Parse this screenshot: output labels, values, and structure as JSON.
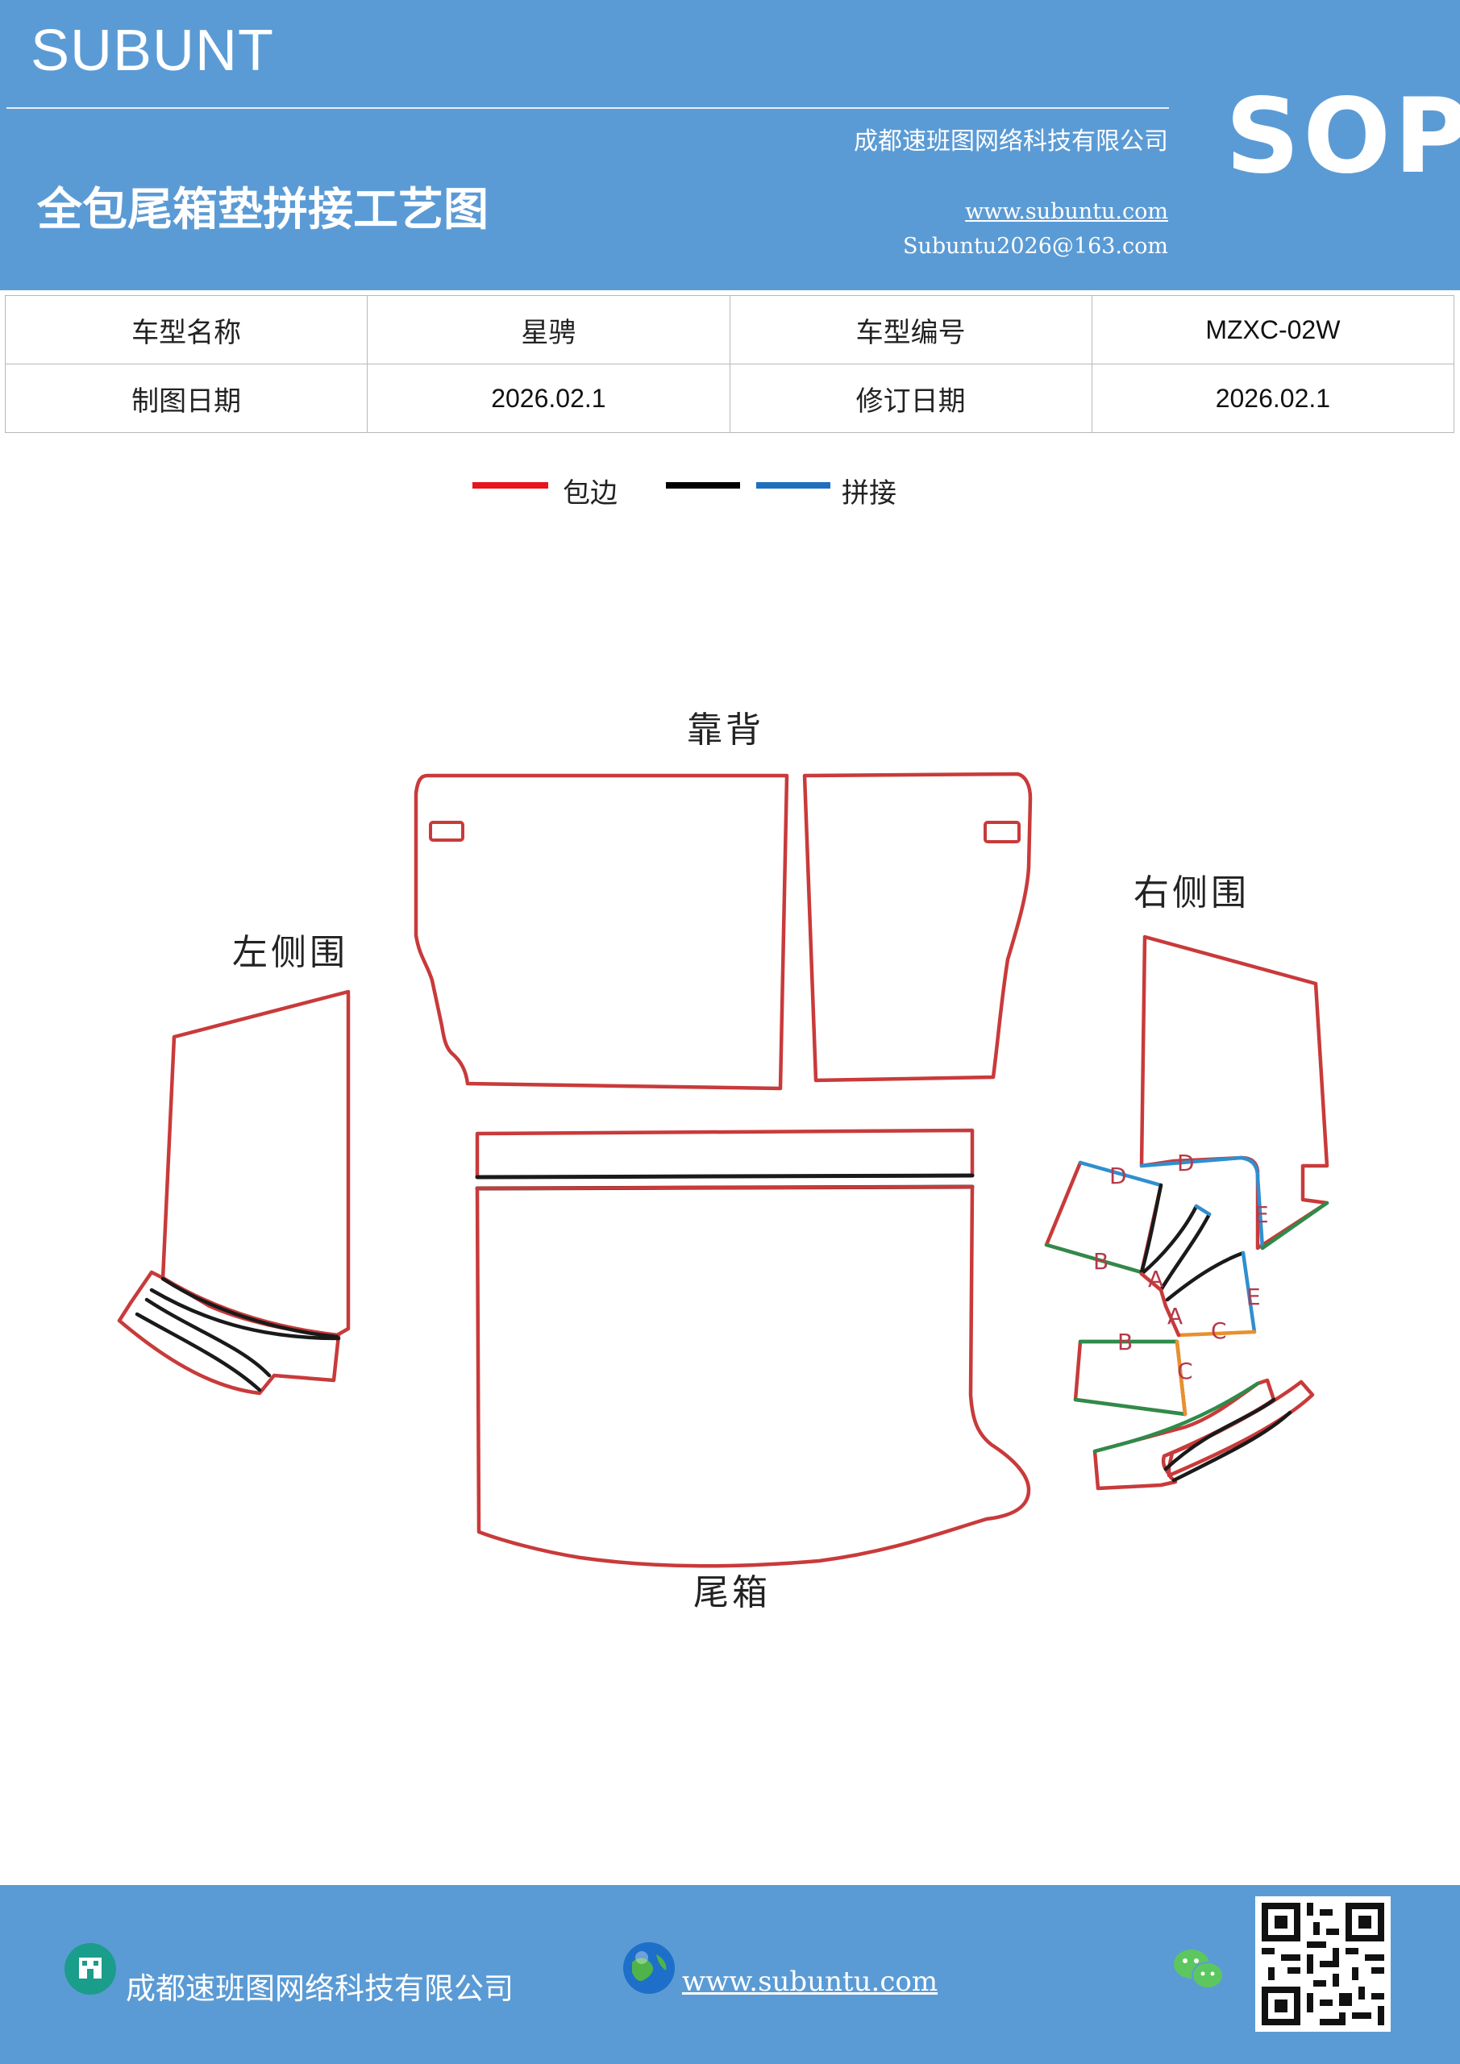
{
  "header": {
    "brand": "SUBUNT",
    "title": "全包尾箱垫拼接工艺图",
    "company": "成都速班图网络科技有限公司",
    "website": "www.subuntu.com",
    "email": "Subuntu2026@163.com",
    "badge": "SOP"
  },
  "info_table": {
    "model_name_label": "车型名称",
    "model_name": "星骋",
    "model_code_label": "车型编号",
    "model_code": "MZXC-02W",
    "draw_date_label": "制图日期",
    "draw_date": "2026.02.1",
    "revise_date_label": "修订日期",
    "revise_date": "2026.02.1"
  },
  "legend": {
    "items": [
      {
        "label": "包边",
        "color": "#e8141b"
      },
      {
        "label": "",
        "color": "#000000"
      },
      {
        "label": "拼接",
        "color": "#1f6fbf"
      }
    ]
  },
  "diagram": {
    "labels": {
      "backrest": "靠背",
      "left_side": "左侧围",
      "right_side": "右侧围",
      "trunk": "尾箱"
    },
    "segment_marks": [
      "D",
      "D",
      "E",
      "B",
      "A",
      "A",
      "E",
      "C",
      "B",
      "C"
    ],
    "colors": {
      "edge": "#c93a3a",
      "seam": "#1a1a1a",
      "blue": "#2f8fd0",
      "green": "#2e8b4a",
      "orange": "#e8902e"
    }
  },
  "footer": {
    "company": "成都速班图网络科技有限公司",
    "website": "www.subuntu.com "
  }
}
